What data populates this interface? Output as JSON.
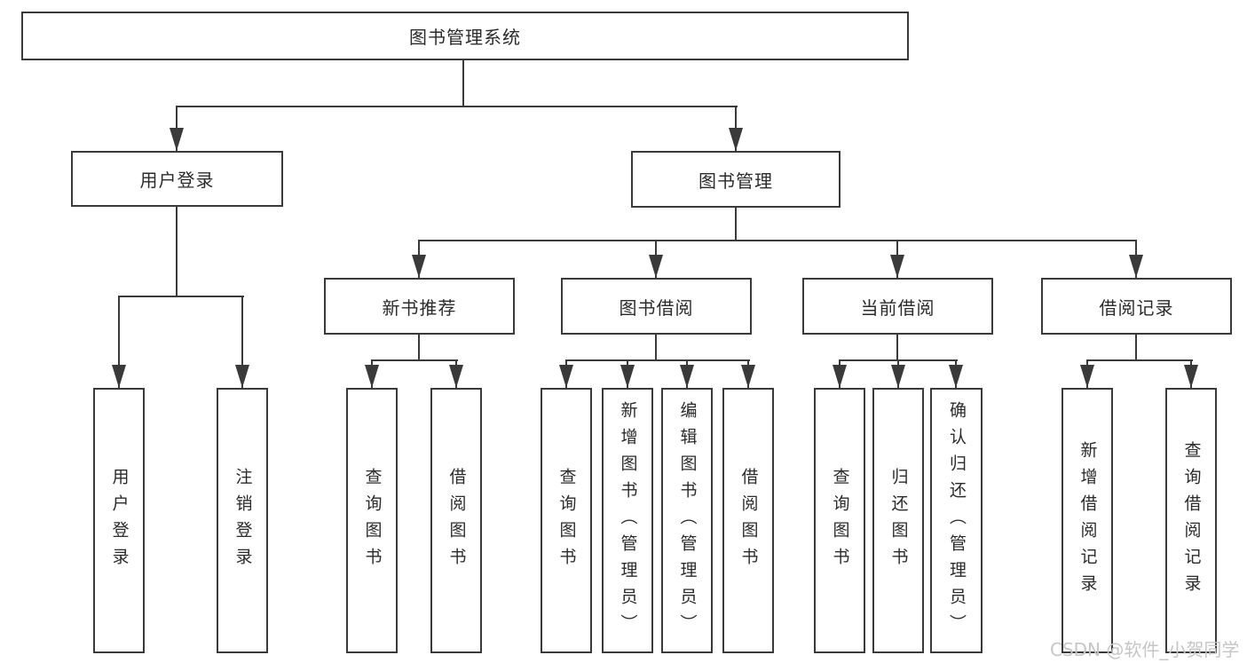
{
  "root": {
    "label": "图书管理系统",
    "children": [
      {
        "label": "用户登录",
        "children": [
          {
            "label": "用户登录"
          },
          {
            "label": "注销登录"
          }
        ]
      },
      {
        "label": "图书管理",
        "children": [
          {
            "label": "新书推荐",
            "children": [
              {
                "label": "查询图书"
              },
              {
                "label": "借阅图书"
              }
            ]
          },
          {
            "label": "图书借阅",
            "children": [
              {
                "label": "查询图书"
              },
              {
                "label": "新增图书（管理员）"
              },
              {
                "label": "编辑图书（管理员）"
              },
              {
                "label": "借阅图书"
              }
            ]
          },
          {
            "label": "当前借阅",
            "children": [
              {
                "label": "查询图书"
              },
              {
                "label": "归还图书"
              },
              {
                "label": "确认归还（管理员）"
              }
            ]
          },
          {
            "label": "借阅记录",
            "children": [
              {
                "label": "新增借阅记录"
              },
              {
                "label": "查询借阅记录"
              }
            ]
          }
        ]
      }
    ]
  },
  "watermark": {
    "text": "CSDN @软件_小贺同学"
  },
  "colors": {
    "line": "#3a3a3a",
    "text": "#2b2b2b",
    "watermark": "#c6c6c6",
    "background": "#ffffff"
  }
}
